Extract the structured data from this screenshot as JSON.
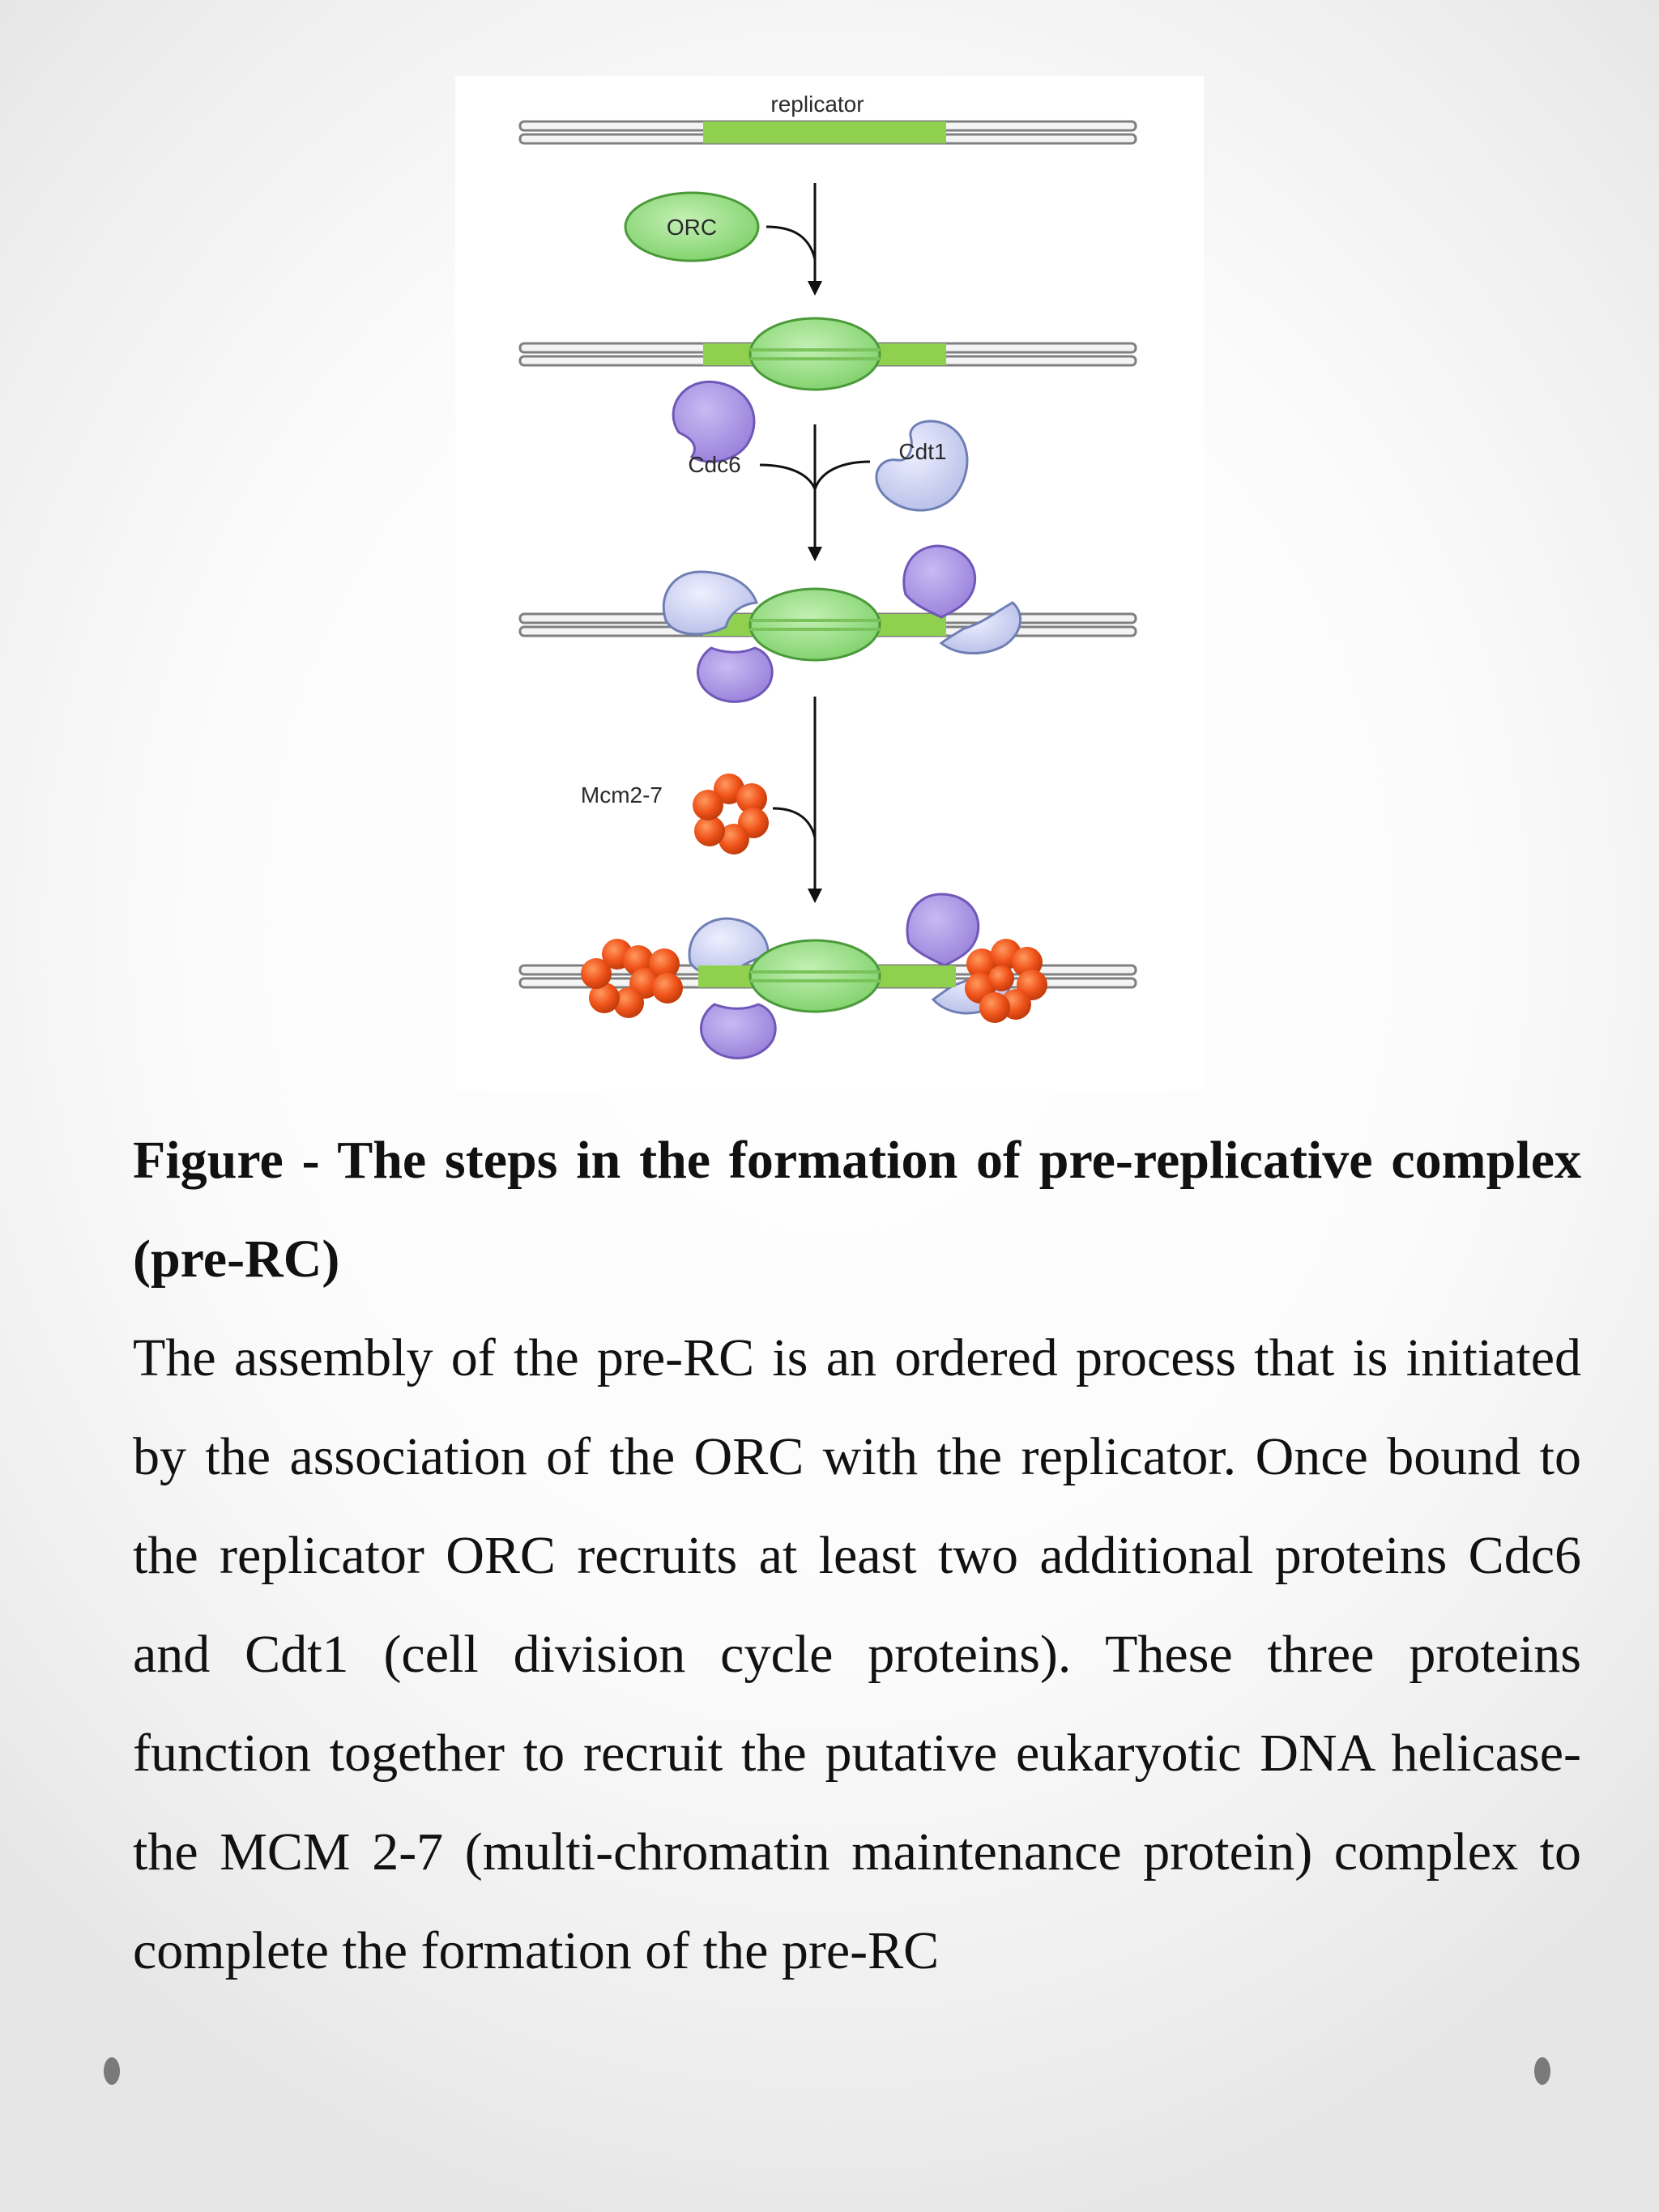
{
  "diagram": {
    "labels": {
      "replicator": "replicator",
      "orc": "ORC",
      "cdc6": "Cdc6",
      "cdt1": "Cdt1",
      "mcm": "Mcm2-7"
    },
    "colors": {
      "dna_strand": "#8a8a8a",
      "replicator": "#8fd14f",
      "orc": "#9be08a",
      "cdc6": "#a48ee0",
      "cdt1": "#c8cdf0",
      "mcm": "#f0531a",
      "arrow": "#111111"
    }
  },
  "caption": "Figure - The steps in the formation of pre-replicative complex (pre-RC)",
  "body_text": "The assembly of the pre-RC is an ordered process that is initiated by the association of the ORC with the replicator. Once bound to the replicator ORC recruits at least two additional proteins Cdc6 and Cdt1 (cell division cycle proteins). These three proteins function together to recruit the putative eukaryotic DNA helicase- the MCM 2-7 (multi-chromatin maintenance protein) complex to complete the formation of the pre-RC"
}
